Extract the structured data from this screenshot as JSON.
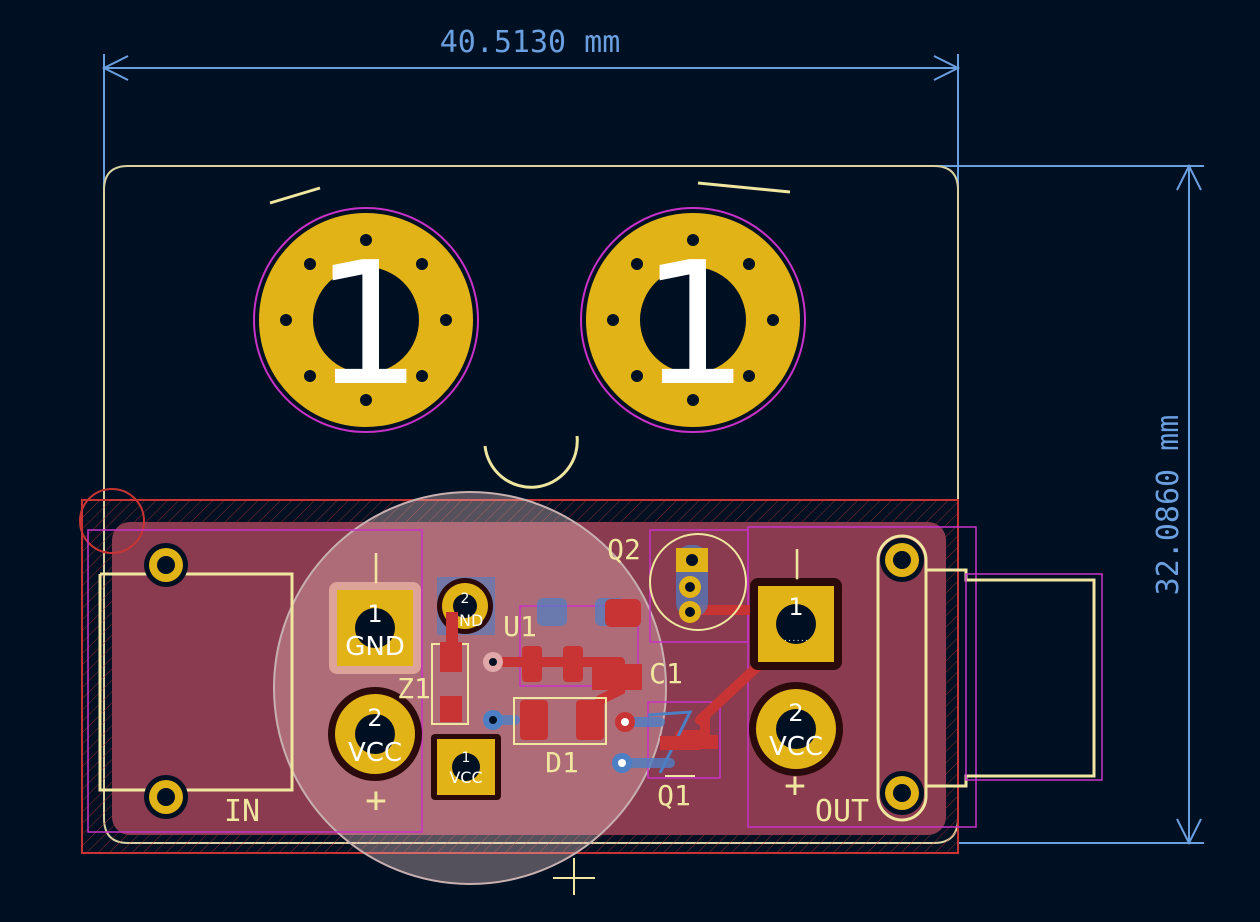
{
  "dimensions": {
    "width_label": "40.5130 mm",
    "height_label": "32.0860 mm"
  },
  "big_pads": {
    "left_number": "1",
    "right_number": "1"
  },
  "refs": {
    "q2": "Q2",
    "u1": "U1",
    "z1": "Z1",
    "c1": "C1",
    "d1": "D1",
    "q1": "Q1",
    "in": "IN",
    "out": "OUT"
  },
  "pads": {
    "gnd_left_num": "1",
    "gnd_left_name": "GND",
    "vcc_left_num": "2",
    "vcc_left_name": "VCC",
    "gnd_small_num": "2",
    "gnd_small_name": "GND",
    "vcc_small_num": "1",
    "vcc_small_name": "VCC",
    "out_pos_num": "1",
    "out_neg_num": "2",
    "out_neg_name": "VCC"
  },
  "polarity": {
    "minus": "|",
    "plus": "+"
  },
  "colors": {
    "background": "#001023",
    "copper_front": "#c83434",
    "copper_back": "#4d7fc4",
    "pad_gold": "#e2b317",
    "silkscreen": "#f0e6a0",
    "dimension": "#6a9fe0",
    "courtyard": "#c832c8"
  }
}
